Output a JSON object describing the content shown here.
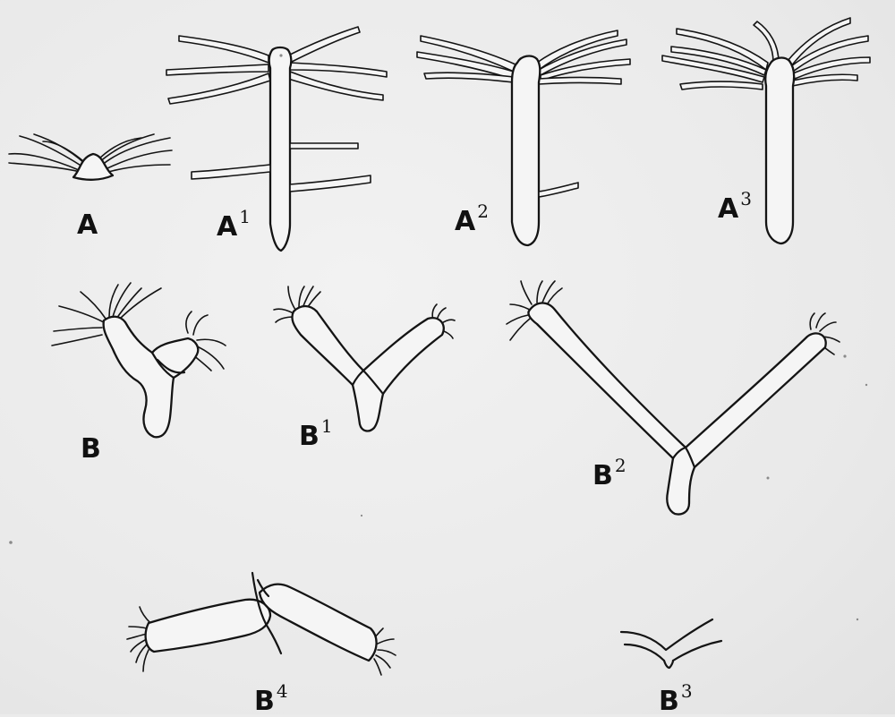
{
  "plate": {
    "background": "#ebebeb",
    "ink": "#141414"
  },
  "labels": {
    "A": {
      "letter": "A",
      "sup": ""
    },
    "A1": {
      "letter": "A",
      "sup": "1"
    },
    "A2": {
      "letter": "A",
      "sup": "2"
    },
    "A3": {
      "letter": "A",
      "sup": "3"
    },
    "B": {
      "letter": "B",
      "sup": ""
    },
    "B1": {
      "letter": "B",
      "sup": "1"
    },
    "B2": {
      "letter": "B",
      "sup": "2"
    },
    "B3": {
      "letter": "B",
      "sup": "3"
    },
    "B4": {
      "letter": "B",
      "sup": "4"
    }
  }
}
